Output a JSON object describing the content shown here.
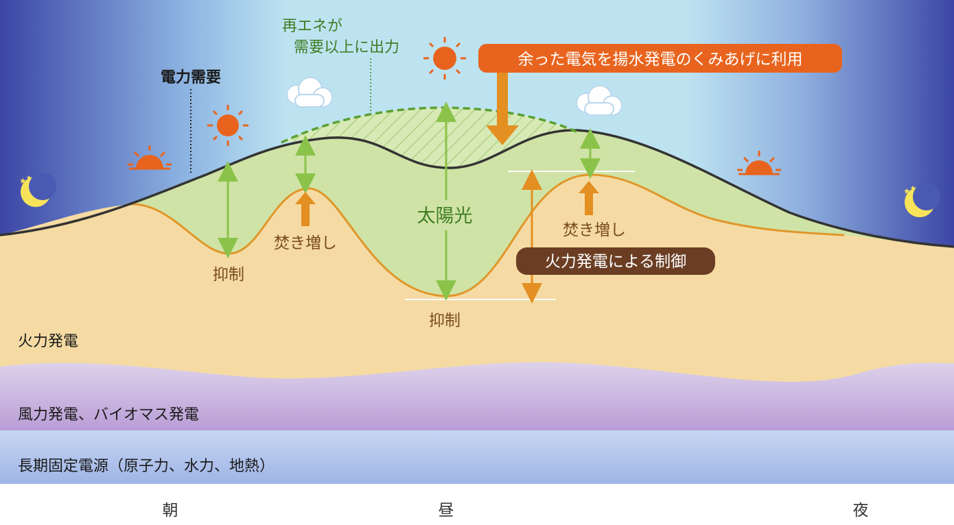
{
  "labels": {
    "power_demand": "電力需要",
    "renewable_line1": "再エネが",
    "renewable_line2": "需要以上に出力",
    "pumped_storage": "余った電気を揚水発電のくみあげに利用",
    "solar": "太陽光",
    "suppress_left": "抑制",
    "suppress_center": "抑制",
    "increase_left": "焚き増し",
    "increase_right": "焚き増し",
    "thermal_control": "火力発電による制御"
  },
  "bands": {
    "thermal": "火力発電",
    "wind_biomass": "風力発電、バイオマス発電",
    "baseload": "長期固定電源（原子力、水力、地熱）"
  },
  "time_axis": {
    "morning": "朝",
    "noon": "昼",
    "night": "夜"
  },
  "icons": [
    "moon-stars-icon",
    "sunrise-icon",
    "sun-icon",
    "cloud-icon",
    "sunset-icon"
  ],
  "colors": {
    "sky_light": "#bfe4f2",
    "night_blue": "#3d4aa8",
    "solar_green": "#cfe3a6",
    "thermal_orange": "#f5dba3",
    "thermal_line": "#e0962a",
    "wind_purple": "#c9b3df",
    "baseload_blue": "#a9bde8",
    "arrow_green": "#8bc34a",
    "arrow_orange": "#e38f22",
    "callout_orange": "#e8641e",
    "callout_brown": "#6b3e24"
  }
}
